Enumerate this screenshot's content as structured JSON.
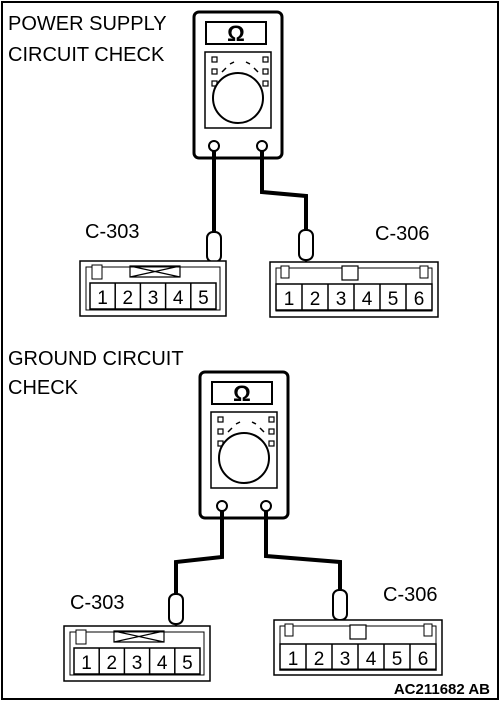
{
  "top": {
    "title_line1": "POWER SUPPLY",
    "title_line2": "CIRCUIT CHECK",
    "left_connector": {
      "name": "C-303",
      "pins": [
        "1",
        "2",
        "3",
        "4",
        "5"
      ]
    },
    "right_connector": {
      "name": "C-306",
      "pins": [
        "1",
        "2",
        "3",
        "4",
        "5",
        "6"
      ]
    }
  },
  "bottom": {
    "title_line1": "GROUND CIRCUIT",
    "title_line2": "CHECK",
    "left_connector": {
      "name": "C-303",
      "pins": [
        "1",
        "2",
        "3",
        "4",
        "5"
      ]
    },
    "right_connector": {
      "name": "C-306",
      "pins": [
        "1",
        "2",
        "3",
        "4",
        "5",
        "6"
      ]
    }
  },
  "meter_symbol": "Ω",
  "figure_code": "AC211682 AB"
}
